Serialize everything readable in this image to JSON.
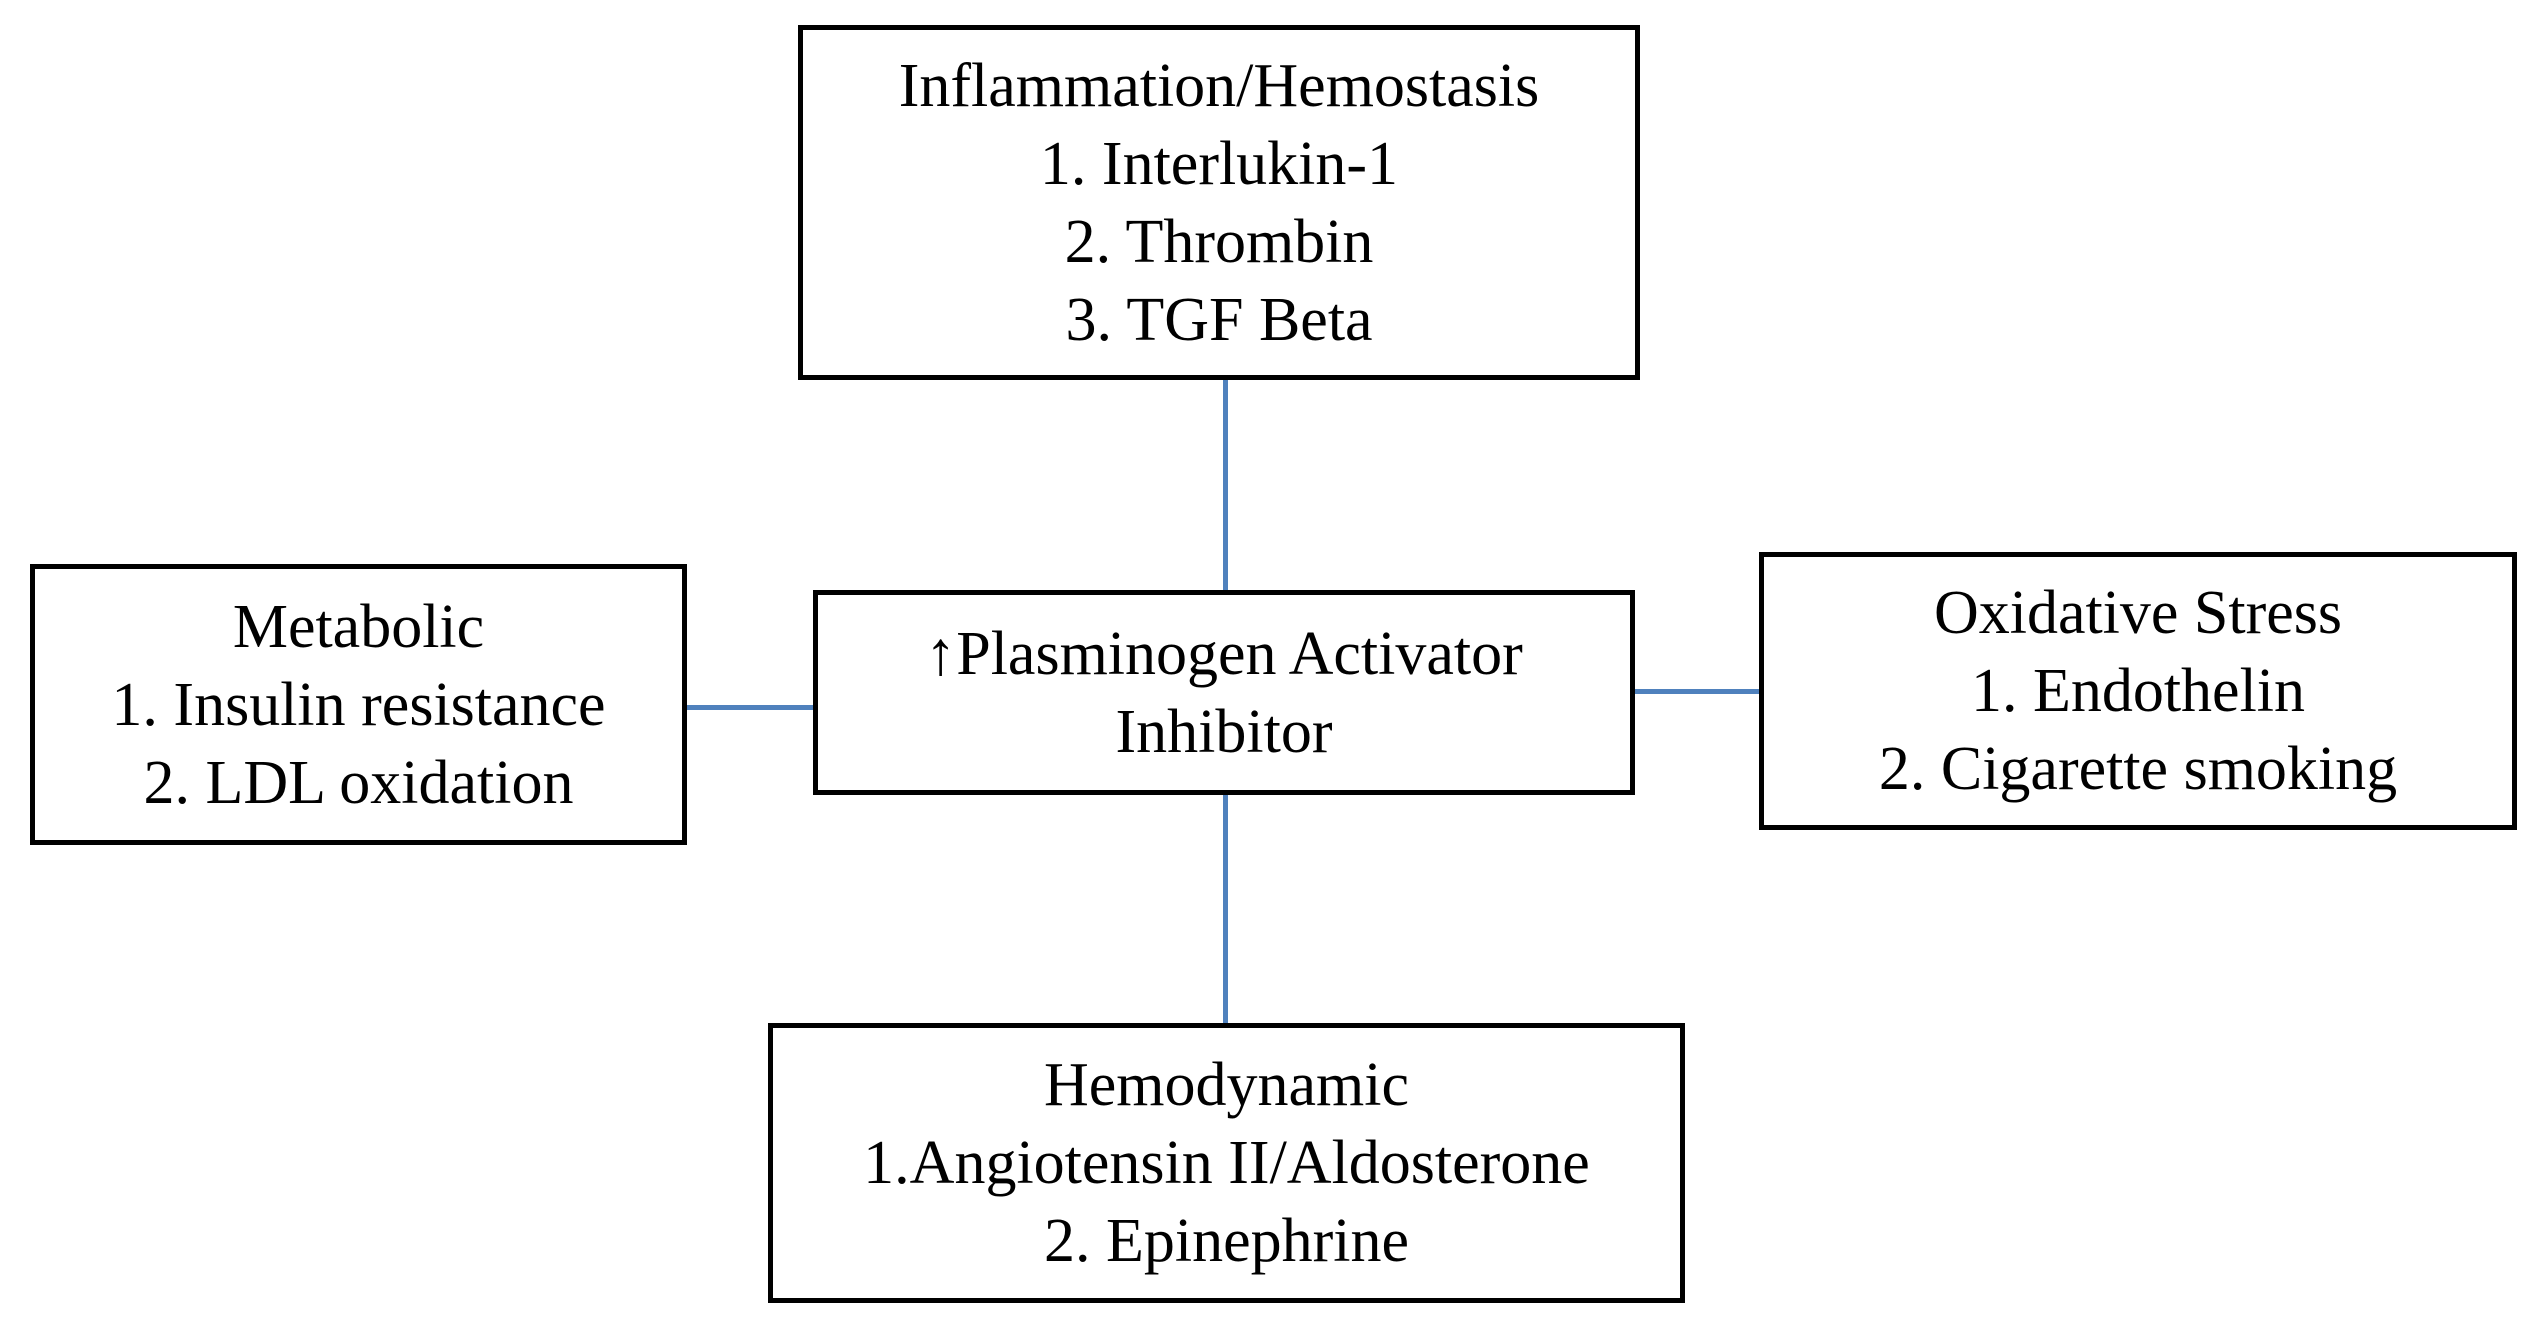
{
  "diagram": {
    "colors": {
      "border": "#000000",
      "connector": "#4f81bd",
      "background": "#ffffff",
      "text": "#000000"
    },
    "nodes": {
      "inflammation_hemostasis": {
        "lines": [
          "Inflammation/Hemostasis",
          "1. Interlukin-1",
          "2. Thrombin",
          "3. TGF Beta"
        ]
      },
      "metabolic": {
        "lines": [
          "Metabolic",
          "1. Insulin resistance",
          "2. LDL oxidation"
        ]
      },
      "plasminogen_activator_inhibitor": {
        "lines": [
          "↑Plasminogen Activator Inhibitor"
        ]
      },
      "oxidative_stress": {
        "lines": [
          "Oxidative Stress",
          "1. Endothelin",
          "2. Cigarette smoking"
        ]
      },
      "hemodynamic": {
        "lines": [
          "Hemodynamic",
          "1.Angiotensin II/Aldosterone",
          "2. Epinephrine"
        ]
      }
    }
  }
}
